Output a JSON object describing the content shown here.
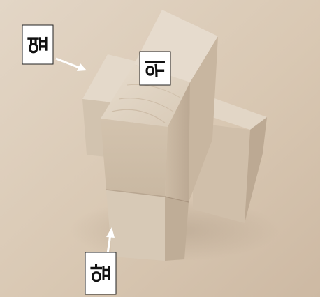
{
  "photo": {
    "labels": {
      "side": "옆",
      "top": "위",
      "front": "앞"
    }
  }
}
